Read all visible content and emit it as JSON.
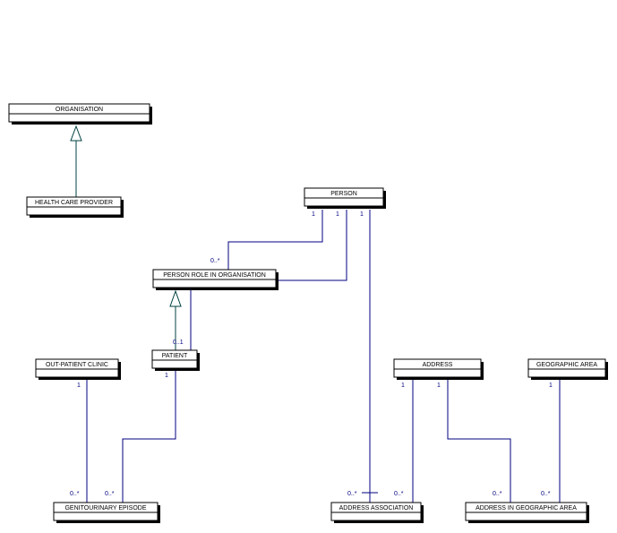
{
  "colors": {
    "association": "#000080",
    "generalization": "#004040",
    "box_border": "#000000",
    "background": "#ffffff"
  },
  "entities": {
    "organisation": "ORGANISATION",
    "health_care_provider": "HEALTH CARE PROVIDER",
    "person": "PERSON",
    "person_role": "PERSON ROLE IN ORGANISATION",
    "patient": "PATIENT",
    "out_patient_clinic": "OUT-PATIENT CLINIC",
    "address": "ADDRESS",
    "geographic_area": "GEOGRAPHIC AREA",
    "gum_episode": "GENITOURINARY EPISODE",
    "address_association": "ADDRESS ASSOCIATION",
    "address_in_area": "ADDRESS IN GEOGRAPHIC AREA"
  },
  "multiplicities": {
    "person_1a": "1",
    "person_1b": "1",
    "person_1c": "1",
    "role_many": "0..*",
    "patient_opt": "0..1",
    "clinic_1": "1",
    "patient_1": "1",
    "address_1a": "1",
    "address_1b": "1",
    "area_1": "1",
    "gum_many_a": "0..*",
    "gum_many_b": "0..*",
    "assoc_many_a": "0..*",
    "assoc_many_b": "0..*",
    "ainga_many_a": "0..*",
    "ainga_many_b": "0..*"
  }
}
